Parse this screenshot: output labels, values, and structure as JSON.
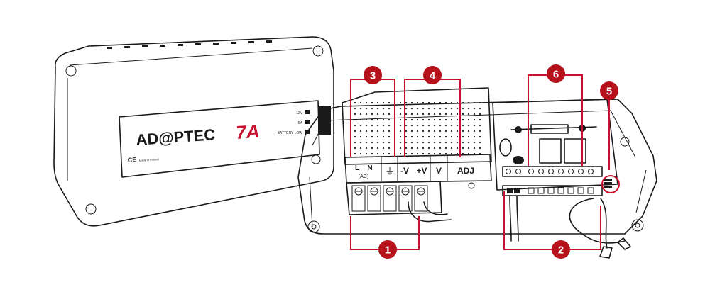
{
  "device": {
    "brand_left": "AD@PTEC",
    "brand_right": "7A",
    "led_labels": [
      "12V",
      "5A",
      "BATTERY LOW"
    ],
    "ce_mark": "CE",
    "small_print": "Made in Poland"
  },
  "terminals": {
    "ac_l": "L",
    "ac_n": "N",
    "ac_sub": "(AC)",
    "ground": "⏚",
    "neg_v": "-V",
    "pos_v": "+V",
    "v_adj_v": "V",
    "v_adj_adj": "ADJ"
  },
  "callouts": [
    {
      "id": "1"
    },
    {
      "id": "2"
    },
    {
      "id": "3"
    },
    {
      "id": "4"
    },
    {
      "id": "5"
    },
    {
      "id": "6"
    }
  ],
  "colors": {
    "callout": "#b5121b",
    "callout_line": "#c8102e",
    "logo_accent": "#c8102e",
    "ink": "#1a1a1a"
  }
}
